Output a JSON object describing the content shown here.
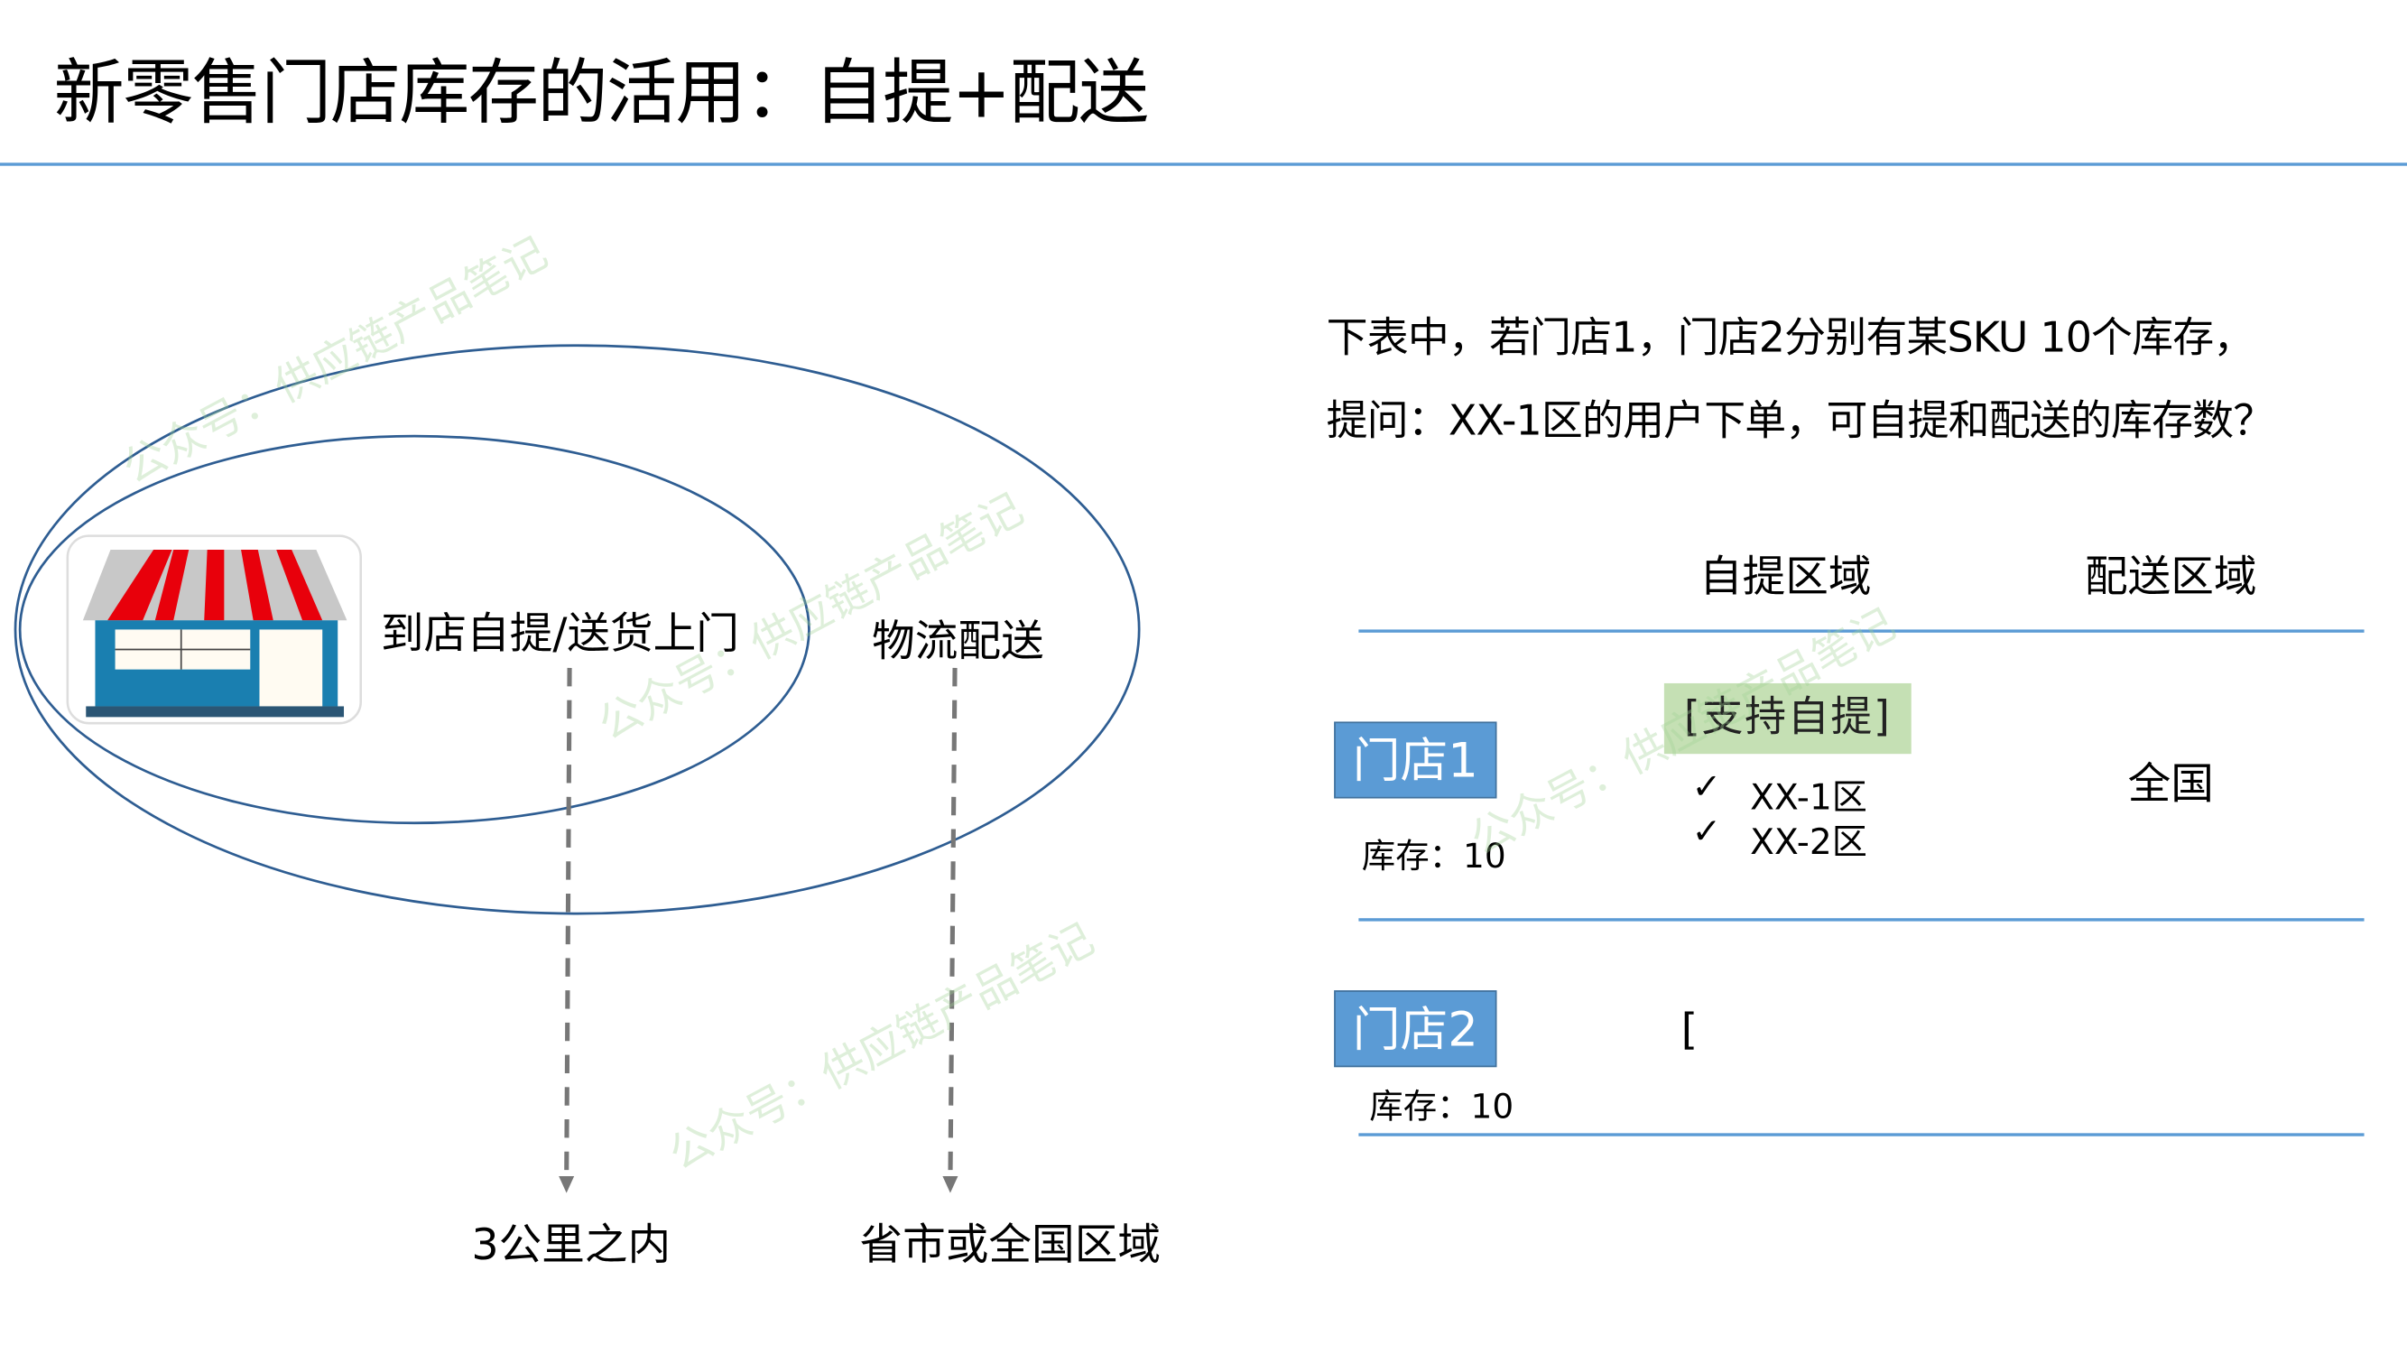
{
  "title": "新零售门店库存的活用：自提+配送",
  "diagram": {
    "inner_label": "到店自提/送货上门",
    "outer_label": "物流配送",
    "inner_range": "3公里之内",
    "outer_range": "省市或全国区域"
  },
  "question": {
    "line1": "下表中，若门店1，门店2分别有某SKU 10个库存，",
    "line2": "提问：XX-1区的用户下单，可自提和配送的库存数？"
  },
  "table": {
    "headers": [
      "自提区域",
      "配送区域"
    ],
    "rows": [
      {
        "store": "门店1",
        "stock": "库存：10",
        "pickup_badge": "[支持自提]",
        "pickup_areas": [
          "XX-1区",
          "XX-2区"
        ],
        "delivery": "全国"
      },
      {
        "store": "门店2",
        "stock": "库存：10",
        "pickup_text": "["
      }
    ],
    "check_mark": "✓"
  },
  "watermark": "公众号：供应链产品笔记",
  "colors": {
    "accent": "#5b9bd5",
    "ellipse": "#2e5d92",
    "pickup_bg": "#c5e0b4"
  }
}
